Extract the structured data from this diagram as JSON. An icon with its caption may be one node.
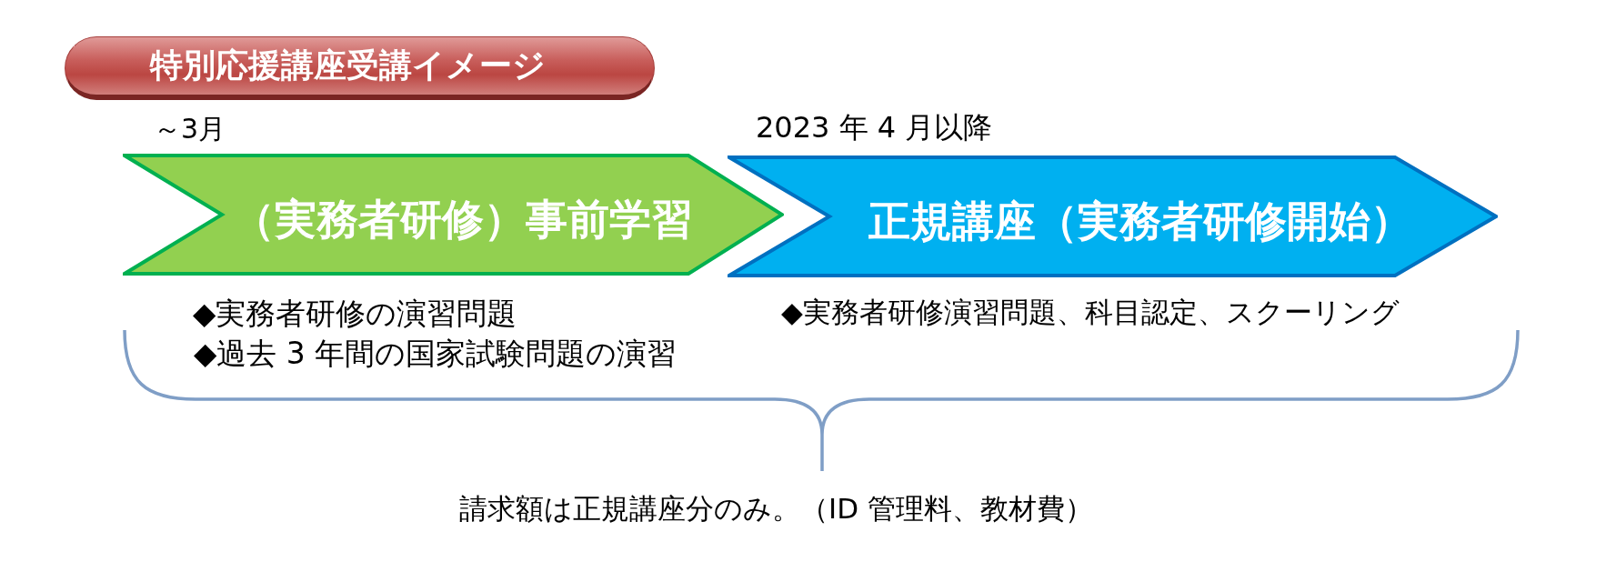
{
  "diagram": {
    "title": "特別応援講座受講イメージ",
    "nodes": [
      {
        "text": [
          "（実務者研修）事前学習"
        ],
        "beside": [
          "～3月",
          "◆実務者研修の演習問題",
          "◆過去 3 年間の国家試験問題の演習"
        ]
      },
      {
        "text": [
          "正規講座（実務者研修開始）"
        ],
        "beside": [
          "2023 年 4 月以降",
          "◆実務者研修演習問題、科目認定、スクーリング"
        ]
      }
    ],
    "labels": [
      "請求額は正規講座分のみ。（ID 管理料、教材費）"
    ]
  }
}
